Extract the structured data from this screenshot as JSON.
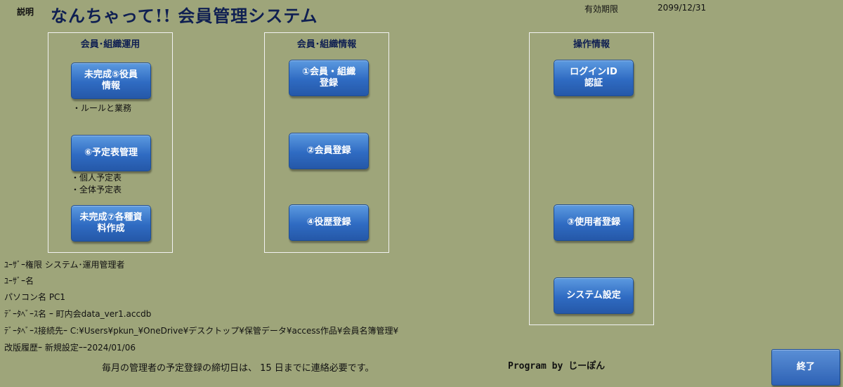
{
  "header": {
    "help_label": "説明",
    "title": "なんちゃって!! 会員管理システム",
    "expiry_label": "有効期限",
    "expiry_value": "2099/12/31"
  },
  "panels": {
    "left": {
      "title": "会員･組織運用",
      "btn1": "未完成⑤役員\n情報",
      "note1": "・ルールと業務",
      "btn2": "⑥予定表管理",
      "note2": "・個人予定表\n・全体予定表",
      "btn3": "未完成⑦各種資\n料作成"
    },
    "middle": {
      "title": "会員･組織情報",
      "btn1": "①会員・組織\n登録",
      "btn2": "②会員登録",
      "btn3": "④役歴登録"
    },
    "right": {
      "title": "操作情報",
      "btn1": "ログインID\n認証",
      "btn2": "③使用者登録",
      "btn3": "システム設定"
    }
  },
  "info": {
    "user_role": "ﾕｰｻﾞｰ権限 システム･運用管理者",
    "user_name": "ﾕｰｻﾞｰ名",
    "pc_name": "パソコン名  PC1",
    "db_name": "ﾃﾞｰﾀﾍﾞｰｽ名 ｰ 町内会data_ver1.accdb",
    "db_conn": "ﾃﾞｰﾀﾍﾞｰｽ接続先ｰ  C:¥Users¥pkun_¥OneDrive¥デスクトップ¥保管データ¥access作品¥会員名簿管理¥",
    "revision": "改版履歴ｰ  新規設定ｰｰ2024/01/06"
  },
  "footer": {
    "message": "毎月の管理者の予定登録の締切日は、 15  日までに連絡必要です。",
    "program": "Program by じーぽん",
    "exit_label": "終了"
  }
}
